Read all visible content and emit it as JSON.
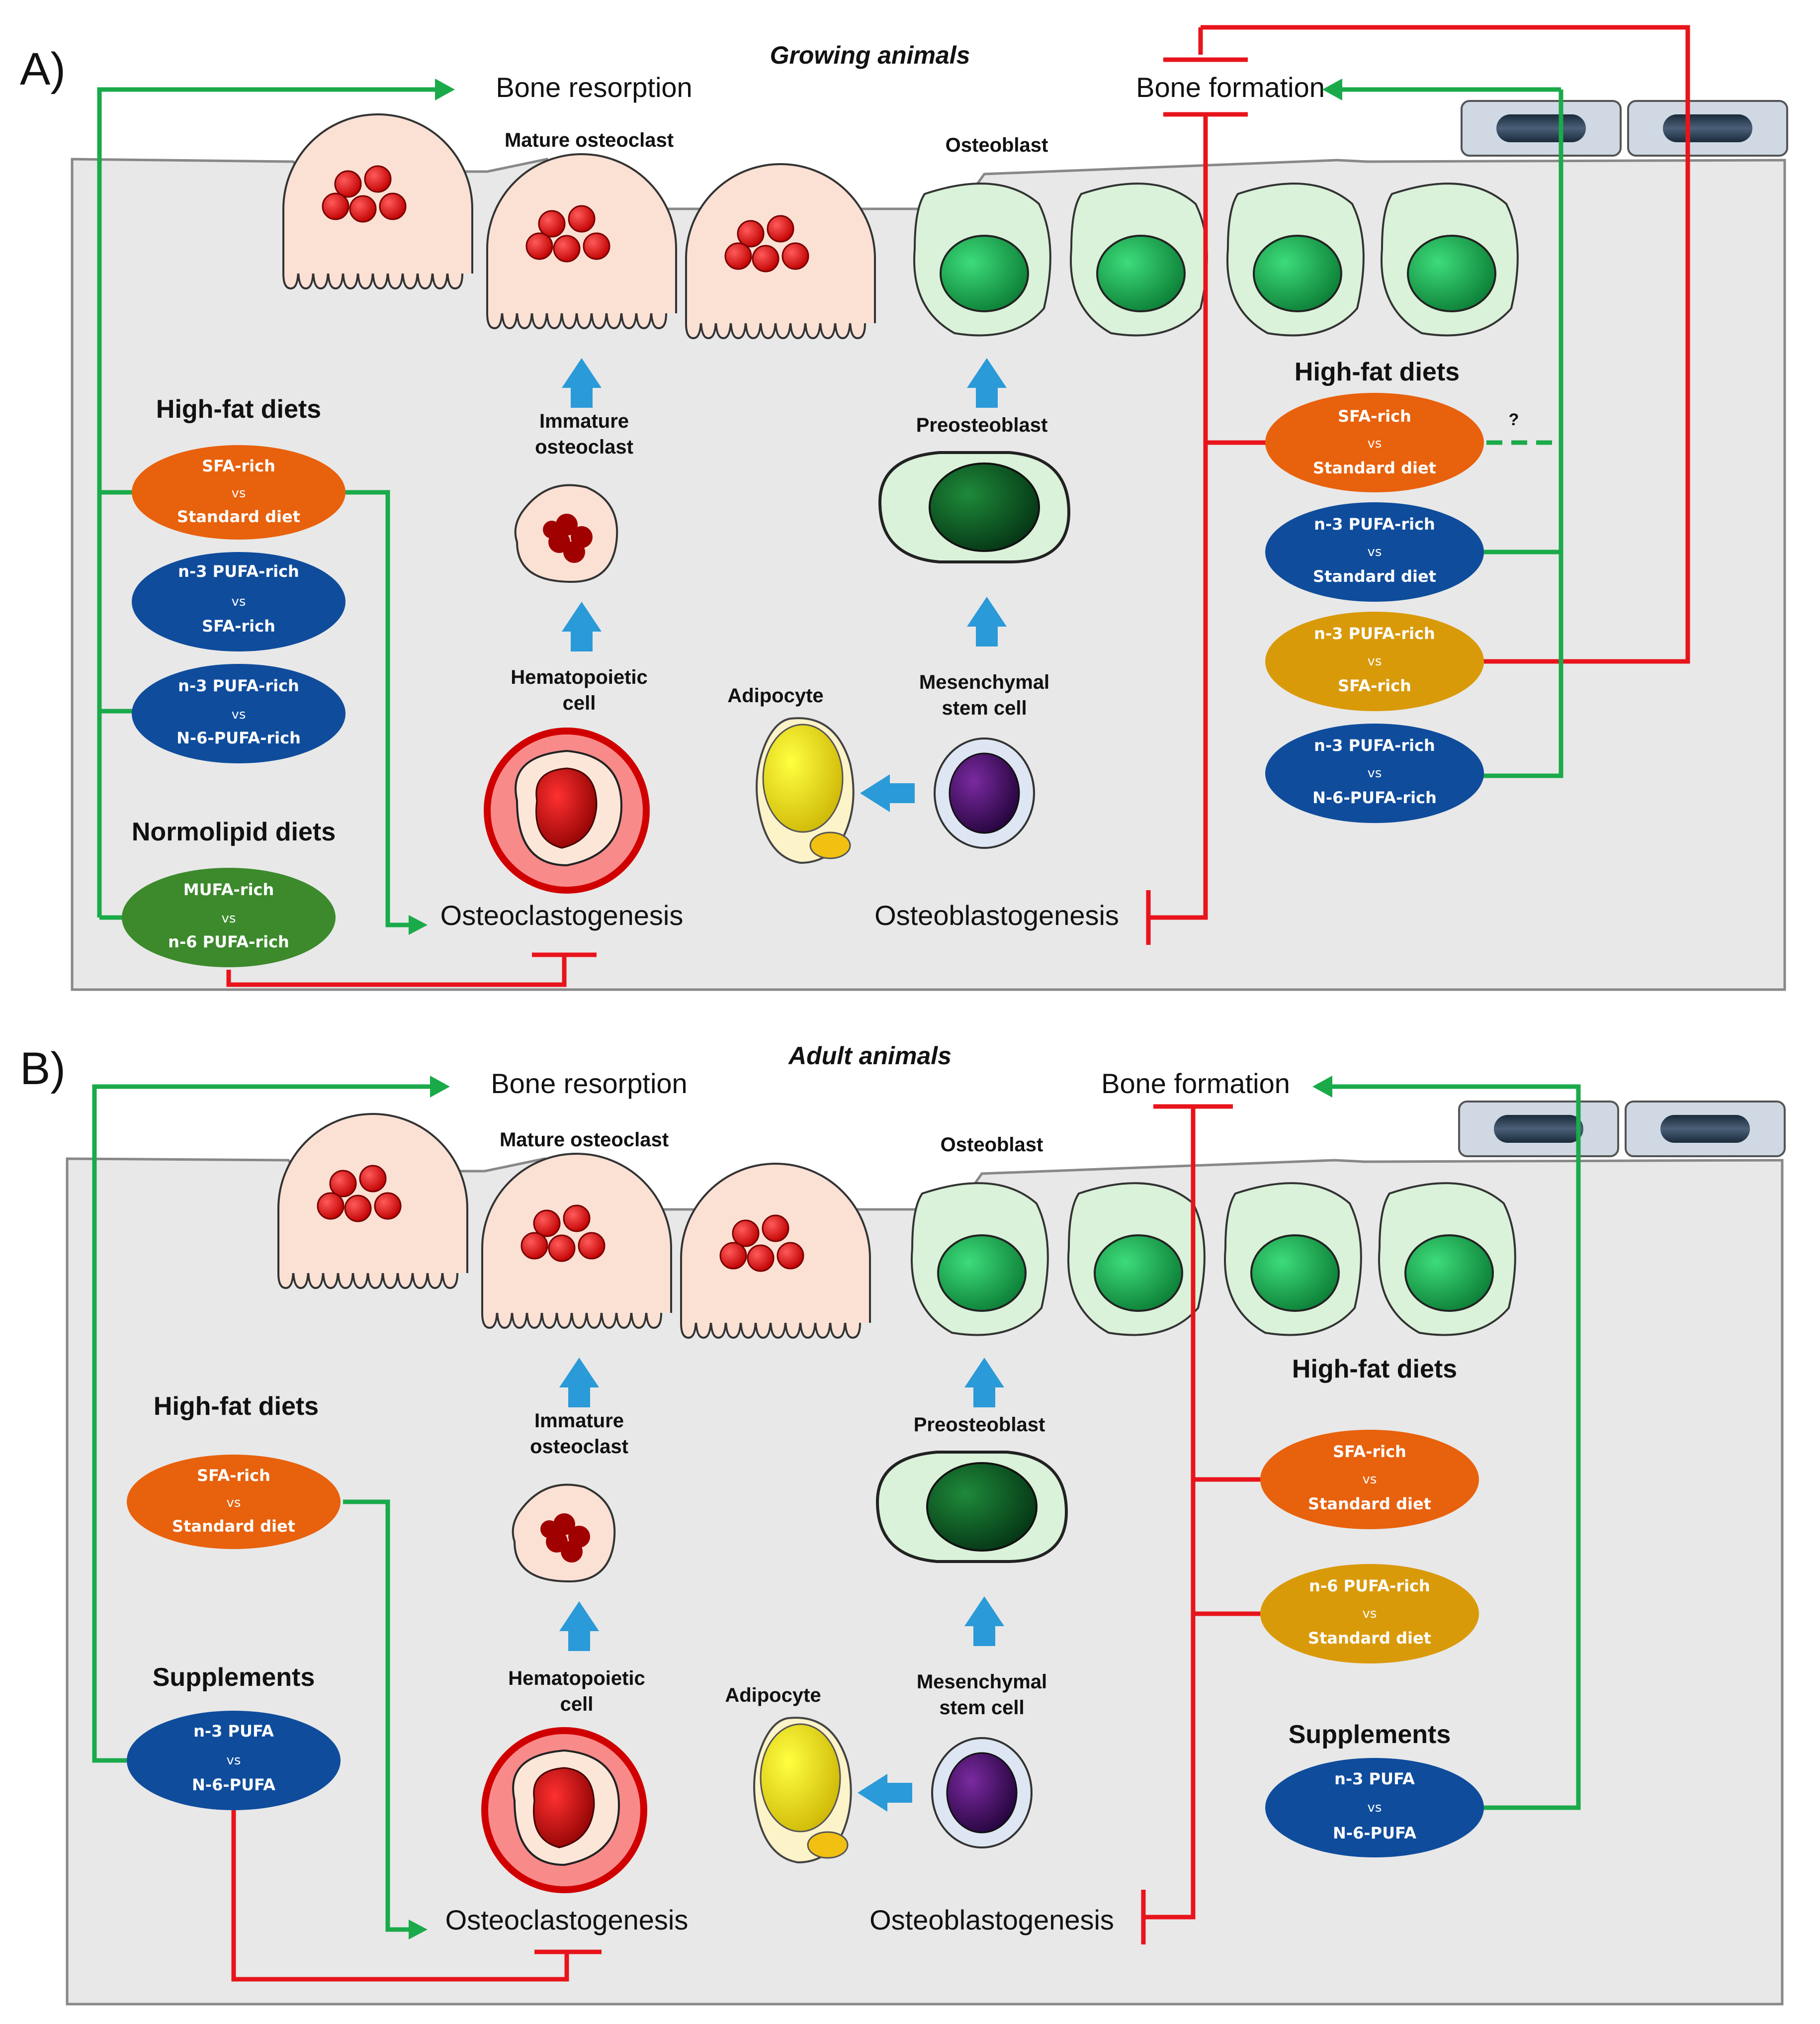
{
  "panel_a": {
    "label": "A)",
    "title": "Growing animals",
    "bone_resorption": "Bone resorption",
    "bone_formation": "Bone formation",
    "mature_osteoclast": "Mature osteoclast",
    "osteoblast": "Osteoblast",
    "immature_osteoclast": [
      "Immature",
      "osteoclast"
    ],
    "preosteoblast": "Preosteoblast",
    "hematopoietic_cell": [
      "Hematopoietic",
      "cell"
    ],
    "adipocyte": "Adipocyte",
    "mesenchymal_stem_cell": [
      "Mesenchymal",
      "stem cell"
    ],
    "osteoclastogenesis": "Osteoclastogenesis",
    "osteoblastogenesis": "Osteoblastogenesis",
    "left_group1_title": "High-fat diets",
    "left_group2_title": "Normolipid diets",
    "right_group_title": "High-fat diets",
    "question_mark": "?",
    "left_ovals": [
      {
        "top": "SFA-rich",
        "mid": "vs",
        "bottom": "Standard diet",
        "color": "#e8610c"
      },
      {
        "top": "n-3 PUFA-rich",
        "mid": "vs",
        "bottom": "SFA-rich",
        "color": "#0f4c9c"
      },
      {
        "top": "n-3 PUFA-rich",
        "mid": "vs",
        "bottom": "N-6-PUFA-rich",
        "color": "#0f4c9c"
      },
      {
        "top": "MUFA-rich",
        "mid": "vs",
        "bottom": "n-6 PUFA-rich",
        "color": "#3c8a2c"
      }
    ],
    "right_ovals": [
      {
        "top": "SFA-rich",
        "mid": "vs",
        "bottom": "Standard diet",
        "color": "#e8610c"
      },
      {
        "top": "n-3 PUFA-rich",
        "mid": "vs",
        "bottom": "Standard diet",
        "color": "#0f4c9c"
      },
      {
        "top": "n-3 PUFA-rich",
        "mid": "vs",
        "bottom": "SFA-rich",
        "color": "#d99a0a"
      },
      {
        "top": "n-3 PUFA-rich",
        "mid": "vs",
        "bottom": "N-6-PUFA-rich",
        "color": "#0f4c9c"
      }
    ]
  },
  "panel_b": {
    "label": "B)",
    "title": "Adult animals",
    "bone_resorption": "Bone resorption",
    "bone_formation": "Bone formation",
    "mature_osteoclast": "Mature osteoclast",
    "osteoblast": "Osteoblast",
    "immature_osteoclast": [
      "Immature",
      "osteoclast"
    ],
    "preosteoblast": "Preosteoblast",
    "hematopoietic_cell": [
      "Hematopoietic",
      "cell"
    ],
    "adipocyte": "Adipocyte",
    "mesenchymal_stem_cell": [
      "Mesenchymal",
      "stem cell"
    ],
    "osteoclastogenesis": "Osteoclastogenesis",
    "osteoblastogenesis": "Osteoblastogenesis",
    "left_group1_title": "High-fat diets",
    "left_group2_title": "Supplements",
    "right_group1_title": "High-fat diets",
    "right_group2_title": "Supplements",
    "left_ovals": [
      {
        "top": "SFA-rich",
        "mid": "vs",
        "bottom": "Standard diet",
        "color": "#e8610c"
      },
      {
        "top": "n-3 PUFA",
        "mid": "vs",
        "bottom": "N-6-PUFA",
        "color": "#0f4c9c"
      }
    ],
    "right_ovals": [
      {
        "top": "SFA-rich",
        "mid": "vs",
        "bottom": "Standard diet",
        "color": "#e8610c"
      },
      {
        "top": "n-6 PUFA-rich",
        "mid": "vs",
        "bottom": "Standard diet",
        "color": "#d99a0a"
      },
      {
        "top": "n-3 PUFA",
        "mid": "vs",
        "bottom": "N-6-PUFA",
        "color": "#0f4c9c"
      }
    ]
  },
  "colors": {
    "stimulate": "#1aaa4a",
    "inhibit": "#e8141b",
    "differentiation_arrow": "#2a9ad8",
    "panel_bg": "#e8e8e8"
  }
}
